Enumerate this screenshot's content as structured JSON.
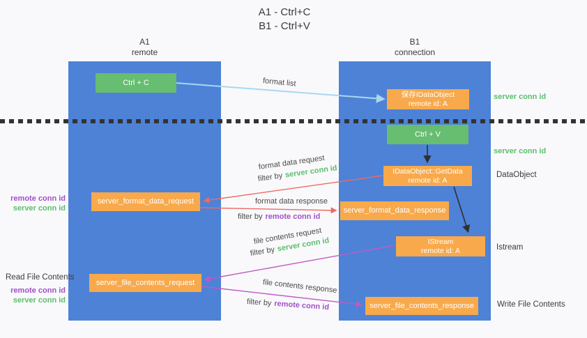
{
  "title": {
    "line1": "A1 - Ctrl+C",
    "line2": "B1 - Ctrl+V"
  },
  "lanes": {
    "a1": {
      "title": "A1",
      "subtitle": "remote"
    },
    "b1": {
      "title": "B1",
      "subtitle": "connection"
    }
  },
  "nodes": {
    "ctrl_c": {
      "label": "Ctrl + C"
    },
    "ctrl_v": {
      "label": "Ctrl + V"
    },
    "save_idataobject": {
      "line1": "保存IDataObject",
      "line2": "remote id: A"
    },
    "idataobject_getdata": {
      "line1": "IDataObject::GetData",
      "line2": "remote id: A"
    },
    "istream": {
      "line1": "IStream",
      "line2": "remote id: A"
    },
    "server_format_data_request": {
      "label": "server_format_data_request"
    },
    "server_format_data_response": {
      "label": "server_format_data_response"
    },
    "server_file_contents_request": {
      "label": "server_file_contents_request"
    },
    "server_file_contents_response": {
      "label": "server_file_contents_response"
    }
  },
  "left_labels": {
    "group1": {
      "remote": "remote conn id",
      "server": "server conn id"
    },
    "read_file_contents": "Read File Contents",
    "group2": {
      "remote": "remote conn id",
      "server": "server conn id"
    }
  },
  "right_labels": {
    "server_conn_id_top": "server conn id",
    "server_conn_id_mid": "server conn id",
    "dataobject": "DataObject",
    "istream": "Istream",
    "write_file_contents": "Write File Contents"
  },
  "arrows": {
    "format_list": {
      "label": "format list"
    },
    "format_data_request": {
      "label": "format data request",
      "filter_prefix": "filter by",
      "filter_key": "server conn id"
    },
    "format_data_response": {
      "label": "format data response",
      "filter_prefix": "filter by",
      "filter_key": "remote conn id"
    },
    "file_contents_request": {
      "label": "file contents request",
      "filter_prefix": "filter by",
      "filter_key": "server conn id"
    },
    "file_contents_response": {
      "label": "file contents response",
      "filter_prefix": "filter by",
      "filter_key": "remote conn id"
    }
  },
  "colors": {
    "lane_blue": "#4d82d7",
    "node_green": "#67bd70",
    "node_orange": "#f8a94b",
    "arrow_light_blue": "#a8d7f0",
    "arrow_red": "#ee6a63",
    "arrow_magenta": "#c05ac2",
    "arrow_black": "#2f2f2f",
    "text_green": "#5cbe6d",
    "text_purple": "#a050c8",
    "text_dark": "#3b3b3b",
    "background": "#f9f9fb"
  }
}
